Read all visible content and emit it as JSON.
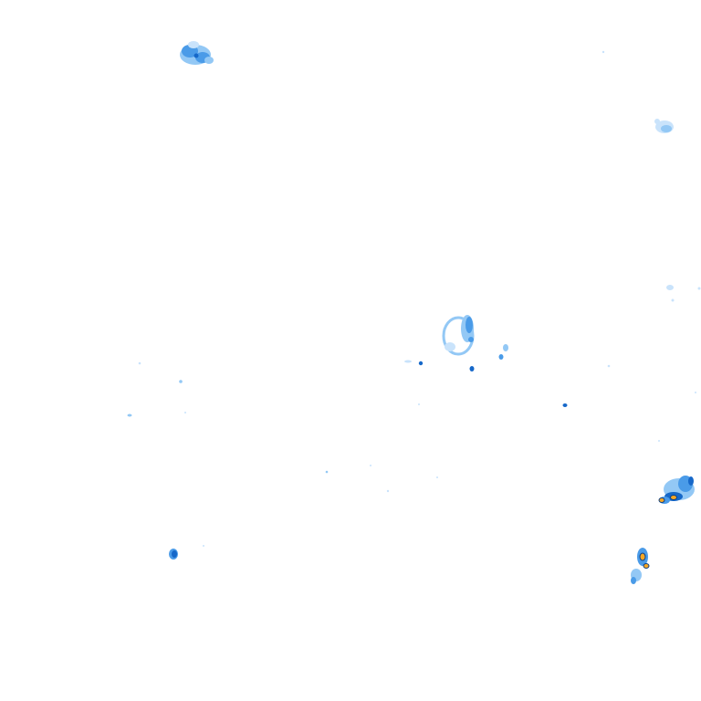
{
  "map": {
    "type": "weather-radar-overlay",
    "background": "#ffffff",
    "legend_shown": false,
    "text_shown": false
  },
  "colors": {
    "very_light_rain": "#c9e3fb",
    "light_rain": "#93c8f5",
    "moderate_rain": "#4a9be8",
    "heavy_rain": "#1668c9",
    "intense_outline": "#0d3f84",
    "intense_core": "#f5a623"
  },
  "echoes": [
    {
      "id": "cell-nw",
      "intensity": "moderate"
    },
    {
      "id": "cell-ne-small",
      "intensity": "light"
    },
    {
      "id": "cell-east-speck",
      "intensity": "very_light"
    },
    {
      "id": "cell-central-ring",
      "intensity": "moderate"
    },
    {
      "id": "cell-central-pair",
      "intensity": "light"
    },
    {
      "id": "cell-central-dot-1",
      "intensity": "heavy"
    },
    {
      "id": "cell-central-dot-2",
      "intensity": "heavy"
    },
    {
      "id": "cell-central-west-dots",
      "intensity": "heavy"
    },
    {
      "id": "cell-east-dot",
      "intensity": "heavy"
    },
    {
      "id": "cell-sw-dot",
      "intensity": "heavy"
    },
    {
      "id": "cell-se-upper",
      "intensity": "intense"
    },
    {
      "id": "cell-se-lower",
      "intensity": "intense"
    },
    {
      "id": "specks-scattered",
      "intensity": "very_light"
    }
  ]
}
